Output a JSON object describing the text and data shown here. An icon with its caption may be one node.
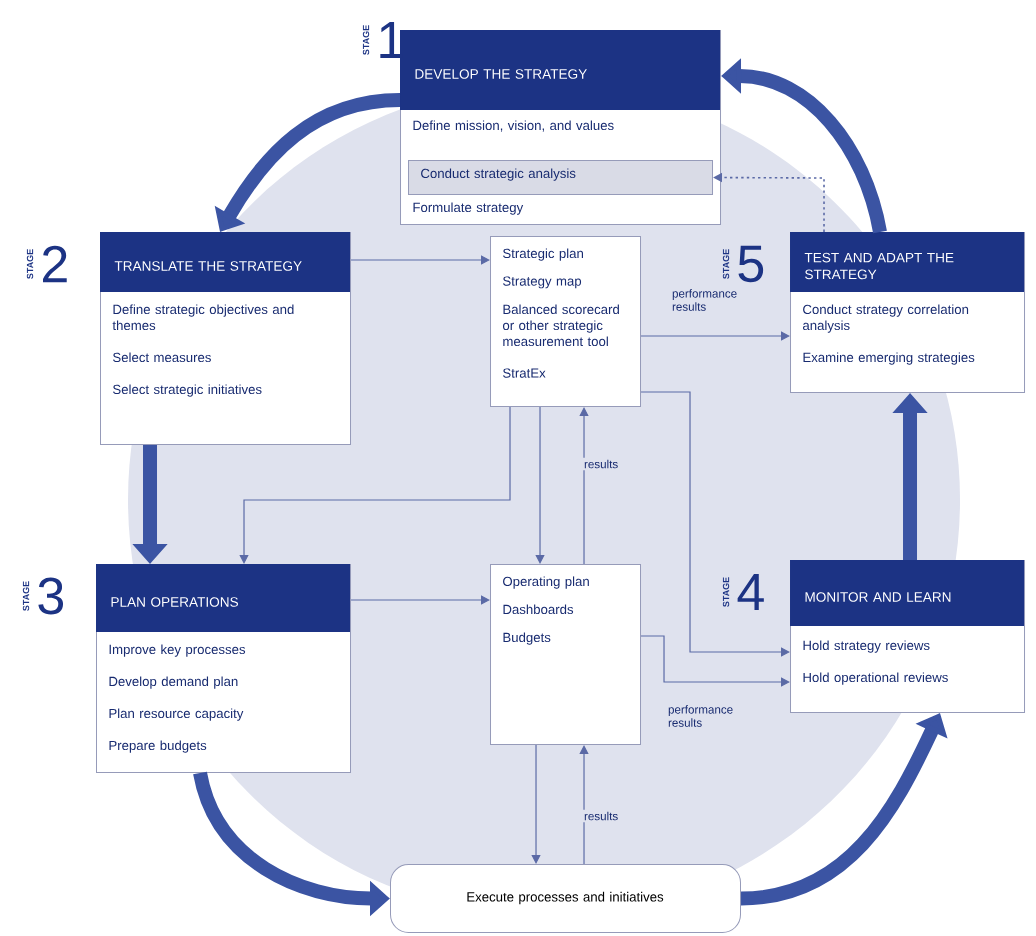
{
  "diagram": {
    "nodes": [
      {
        "text": [
          "DEVELOP THE STRATEGY",
          "Define mission, vision, and values",
          "Formulate strategy"
        ],
        "beside": [
          "STAGE",
          "1"
        ]
      },
      {
        "text": [
          "Conduct strategic analysis"
        ],
        "in": 0
      },
      {
        "text": [
          "TRANSLATE THE STRATEGY",
          "Define strategic objectives and themes",
          "Select measures",
          "Select strategic initiatives"
        ],
        "beside": [
          "STAGE",
          "2"
        ]
      },
      {
        "text": [
          "Strategic plan",
          "Strategy map",
          "Balanced scorecard or other strategic measurement tool",
          "StratEx"
        ]
      },
      {
        "text": [
          "TEST AND ADAPT THE STRATEGY",
          "Conduct strategy correlation analysis",
          "Examine emerging strategies"
        ],
        "beside": [
          "STAGE",
          "5"
        ]
      },
      {
        "text": [
          "PLAN OPERATIONS",
          "Improve key processes",
          "Develop demand plan",
          "Plan resource capacity",
          "Prepare budgets"
        ],
        "beside": [
          "STAGE",
          "3"
        ]
      },
      {
        "text": [
          "Operating plan",
          "Dashboards",
          "Budgets"
        ]
      },
      {
        "text": [
          "MONITOR AND LEARN",
          "Hold strategy reviews",
          "Hold operational reviews"
        ],
        "beside": [
          "STAGE",
          "4"
        ]
      },
      {
        "text": [
          "Execute processes and initiatives"
        ]
      }
    ],
    "edges": [
      {
        "from": 0,
        "to": 2,
        "arrow": "to",
        "style": "thick",
        "color": "#3b54a3"
      },
      {
        "from": 2,
        "to": 5,
        "arrow": "to",
        "style": "thick",
        "color": "#3b54a3"
      },
      {
        "from": 5,
        "to": 8,
        "arrow": "to",
        "style": "thick",
        "color": "#3b54a3"
      },
      {
        "from": 8,
        "to": 7,
        "arrow": "to",
        "style": "thick",
        "color": "#3b54a3"
      },
      {
        "from": 7,
        "to": 4,
        "arrow": "to",
        "style": "thick",
        "color": "#3b54a3"
      },
      {
        "from": 4,
        "to": 0,
        "arrow": "to",
        "style": "thick",
        "color": "#3b54a3"
      },
      {
        "from": 4,
        "to": 1,
        "arrow": "to",
        "style": "dashed"
      },
      {
        "from": 2,
        "to": 3,
        "arrow": "to"
      },
      {
        "from": 3,
        "to": 4,
        "arrow": "to",
        "label": "performance results"
      },
      {
        "from": 3,
        "to": 5,
        "arrow": "to"
      },
      {
        "from": 3,
        "to": 6,
        "arrow": "to"
      },
      {
        "from": 6,
        "to": 3,
        "arrow": "to",
        "label": "results"
      },
      {
        "from": 5,
        "to": 6,
        "arrow": "to"
      },
      {
        "from": 3,
        "to": 7,
        "arrow": "to"
      },
      {
        "from": 6,
        "to": 7,
        "arrow": "to",
        "label": "performance results"
      },
      {
        "from": 6,
        "to": 8,
        "arrow": "to"
      },
      {
        "from": 8,
        "to": 6,
        "arrow": "to",
        "label": "results"
      }
    ]
  }
}
